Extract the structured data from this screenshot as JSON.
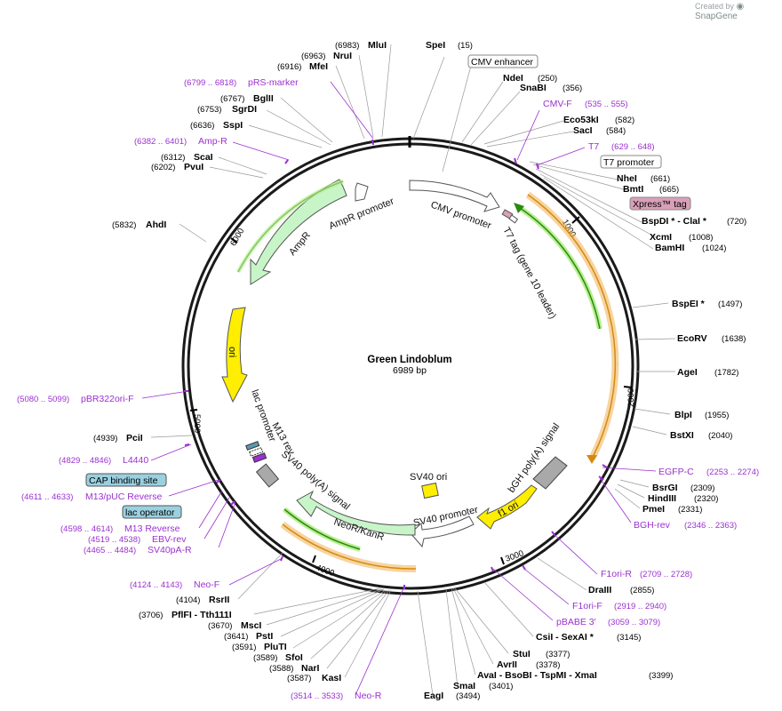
{
  "app": {
    "watermark_prefix": "Created by",
    "watermark_brand": "SnapGene"
  },
  "plasmid": {
    "name": "Green Lindoblum",
    "length": "6989 bp"
  },
  "ticks": [
    "1000",
    "2000",
    "3000",
    "4000",
    "5000",
    "6000"
  ],
  "enzymes": [
    {
      "name": "SpeI",
      "pos": "(15)"
    },
    {
      "name": "NdeI",
      "pos": "(250)"
    },
    {
      "name": "SnaBI",
      "pos": "(356)"
    },
    {
      "name": "Eco53kI",
      "pos": "(582)"
    },
    {
      "name": "SacI",
      "pos": "(584)"
    },
    {
      "name": "NheI",
      "pos": "(661)"
    },
    {
      "name": "BmtI",
      "pos": "(665)"
    },
    {
      "name": "BspDI * - ClaI *",
      "pos": "(720)"
    },
    {
      "name": "XcmI",
      "pos": "(1008)"
    },
    {
      "name": "BamHI",
      "pos": "(1024)"
    },
    {
      "name": "BspEI *",
      "pos": "(1497)"
    },
    {
      "name": "EcoRV",
      "pos": "(1638)"
    },
    {
      "name": "AgeI",
      "pos": "(1782)"
    },
    {
      "name": "BlpI",
      "pos": "(1955)"
    },
    {
      "name": "BstXI",
      "pos": "(2040)"
    },
    {
      "name": "BsrGI",
      "pos": "(2309)"
    },
    {
      "name": "HindIII",
      "pos": "(2320)"
    },
    {
      "name": "PmeI",
      "pos": "(2331)"
    },
    {
      "name": "DraIII",
      "pos": "(2855)"
    },
    {
      "name": "CsiI - SexAI *",
      "pos": "(3145)"
    },
    {
      "name": "StuI",
      "pos": "(3377)"
    },
    {
      "name": "AvrII",
      "pos": "(3378)"
    },
    {
      "name": "AvaI - BsoBI - TspMI - XmaI",
      "pos": "(3399)"
    },
    {
      "name": "SmaI",
      "pos": "(3401)"
    },
    {
      "name": "EagI",
      "pos": "(3494)"
    },
    {
      "name": "KasI",
      "pos": "(3587)"
    },
    {
      "name": "NarI",
      "pos": "(3588)"
    },
    {
      "name": "SfoI",
      "pos": "(3589)"
    },
    {
      "name": "PluTI",
      "pos": "(3591)"
    },
    {
      "name": "PstI",
      "pos": "(3641)"
    },
    {
      "name": "MscI",
      "pos": "(3670)"
    },
    {
      "name": "PflFI - Tth111I",
      "pos": "(3706)"
    },
    {
      "name": "RsrII",
      "pos": "(4104)"
    },
    {
      "name": "PciI",
      "pos": "(4939)"
    },
    {
      "name": "AhdI",
      "pos": "(5832)"
    },
    {
      "name": "PvuI",
      "pos": "(6202)"
    },
    {
      "name": "ScaI",
      "pos": "(6312)"
    },
    {
      "name": "SspI",
      "pos": "(6636)"
    },
    {
      "name": "SgrDI",
      "pos": "(6753)"
    },
    {
      "name": "BglII",
      "pos": "(6767)"
    },
    {
      "name": "MfeI",
      "pos": "(6916)"
    },
    {
      "name": "NruI",
      "pos": "(6963)"
    },
    {
      "name": "MluI",
      "pos": "(6983)"
    }
  ],
  "primers": [
    {
      "name": "CMV-F",
      "range": "(535 .. 555)"
    },
    {
      "name": "T7",
      "range": "(629 .. 648)"
    },
    {
      "name": "EGFP-C",
      "range": "(2253 .. 2274)"
    },
    {
      "name": "BGH-rev",
      "range": "(2346 .. 2363)"
    },
    {
      "name": "F1ori-R",
      "range": "(2709 .. 2728)"
    },
    {
      "name": "F1ori-F",
      "range": "(2919 .. 2940)"
    },
    {
      "name": "pBABE 3'",
      "range": "(3059 .. 3079)"
    },
    {
      "name": "Neo-R",
      "range": "(3514 .. 3533)"
    },
    {
      "name": "Neo-F",
      "range": "(4124 .. 4143)"
    },
    {
      "name": "SV40pA-R",
      "range": "(4465 .. 4484)"
    },
    {
      "name": "EBV-rev",
      "range": "(4519 .. 4538)"
    },
    {
      "name": "M13 Reverse",
      "range": "(4598 .. 4614)"
    },
    {
      "name": "M13/pUC Reverse",
      "range": "(4611 .. 4633)"
    },
    {
      "name": "L4440",
      "range": "(4829 .. 4846)"
    },
    {
      "name": "pBR322ori-F",
      "range": "(5080 .. 5099)"
    },
    {
      "name": "Amp-R",
      "range": "(6382 .. 6401)"
    },
    {
      "name": "pRS-marker",
      "range": "(6799 .. 6818)"
    }
  ],
  "boxed_labels": {
    "cmv_enhancer": "CMV enhancer",
    "t7_promoter": "T7 promoter",
    "xpress_tag": "Xpress™ tag",
    "cap_site": "CAP binding site",
    "lac_operator": "lac operator"
  },
  "features": {
    "cmv_promoter": "CMV promoter",
    "t7_tag": "T7 tag (gene 10 leader)",
    "ampr_promoter": "AmpR promoter",
    "ampr": "AmpR",
    "ori": "ori",
    "lac_promoter": "lac promoter",
    "m13_rev": "M13 rev",
    "sv40_pa_left": "SV40 poly(A) signal",
    "neo": "NeoR/KanR",
    "sv40_ori": "SV40 ori",
    "sv40_promoter": "SV40 promoter",
    "f1_ori": "f1 ori",
    "bgh": "bGH poly(A) signal"
  },
  "colors": {
    "backbone": "#1a1a1a",
    "feature_green": "#c8f5c8",
    "feature_yellow": "#ffee00",
    "feature_white": "#ffffff",
    "feature_gray": "#a9a9a9",
    "orf_orange": "#f0b050",
    "orf_green": "#44aa22",
    "primer_purple": "#9b30d0",
    "cap_box": "#9ad0e0",
    "xpress_box": "#d8a0b8"
  }
}
